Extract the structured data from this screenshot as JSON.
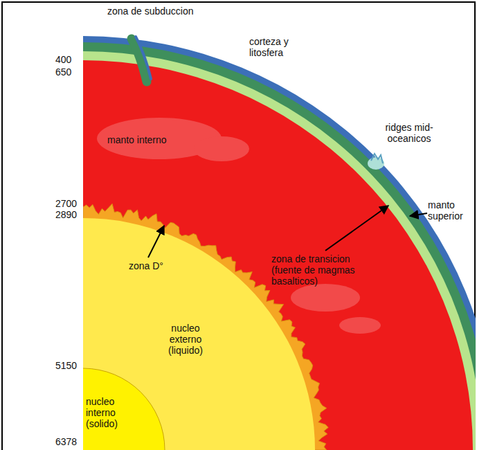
{
  "diagram": {
    "labels": [
      "zona de subduccion",
      "corteza y litosfera",
      "ridges mid-oceanicos",
      "manto interno",
      "manto superior",
      "zona D°",
      "zona de transicion (fuente de magmas basalticos)",
      "nucleo externo (liquido)",
      "nucleo interno (solido)",
      "400",
      "650",
      "2700",
      "2890",
      "5150",
      "6378"
    ]
  }
}
